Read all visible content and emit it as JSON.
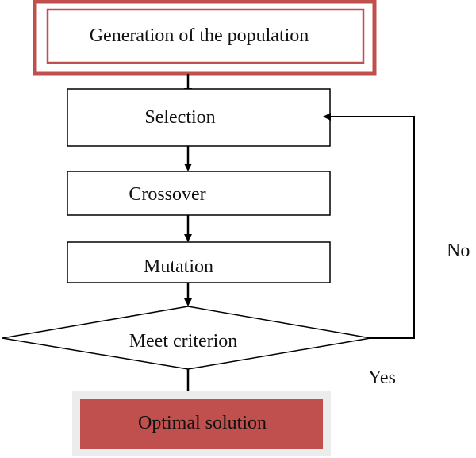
{
  "colors": {
    "accent": "#c0504d",
    "line": "#000000",
    "text": "#111111"
  },
  "nodes": {
    "generation": "Generation of the population",
    "selection": "Selection",
    "crossover": "Crossover",
    "mutation": "Mutation",
    "criterion": "Meet criterion",
    "optimal": "Optimal solution"
  },
  "edges": {
    "no_label": "No",
    "yes_label": "Yes"
  }
}
